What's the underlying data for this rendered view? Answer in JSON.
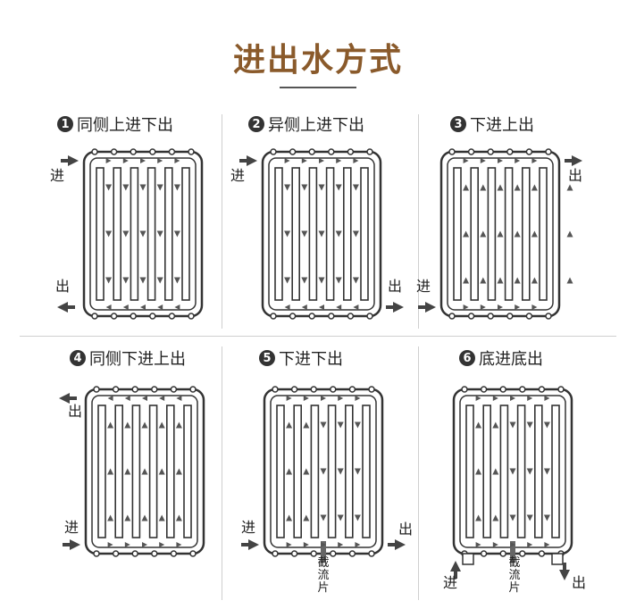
{
  "title": "进出水方式",
  "colors": {
    "title": "#8a5a2b",
    "ink": "#333333",
    "arrow_big": "#444444",
    "arrow_small": "#555555",
    "grid": "#cfcfcf"
  },
  "labels": {
    "in": "进",
    "out": "出",
    "limiter": [
      "截",
      "流",
      "片"
    ]
  },
  "panels": [
    {
      "num": "1",
      "title": "同侧上进下出",
      "flow_arrows": "down",
      "connectors": false,
      "limiter": false
    },
    {
      "num": "2",
      "title": "异侧上进下出",
      "flow_arrows": "down",
      "connectors": false,
      "limiter": false
    },
    {
      "num": "3",
      "title": "下进上出",
      "flow_arrows": "up",
      "connectors": false,
      "limiter": false
    },
    {
      "num": "4",
      "title": "同侧下进上出",
      "flow_arrows": "up",
      "connectors": false,
      "limiter": false
    },
    {
      "num": "5",
      "title": "下进下出",
      "flow_arrows": "up-down",
      "connectors": false,
      "limiter": true
    },
    {
      "num": "6",
      "title": "底进底出",
      "flow_arrows": "up-down",
      "connectors": true,
      "limiter": true
    }
  ]
}
